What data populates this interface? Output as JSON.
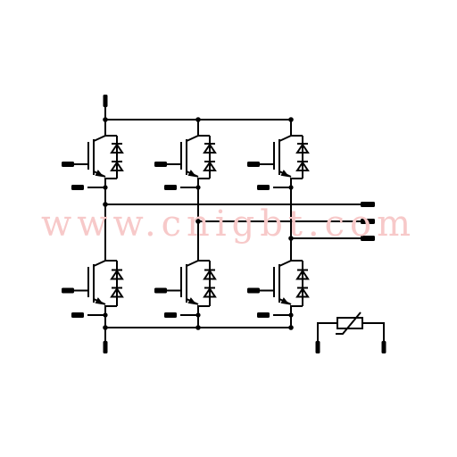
{
  "diagram": {
    "kind": "three-phase IGBT inverter bridge with thermistor",
    "legs": 3,
    "switches_per_leg": 2,
    "watermark": "www.cnigbt.com",
    "colors": {
      "line": "#000000",
      "background": "#ffffff",
      "watermark": "#f7c9c9"
    }
  }
}
